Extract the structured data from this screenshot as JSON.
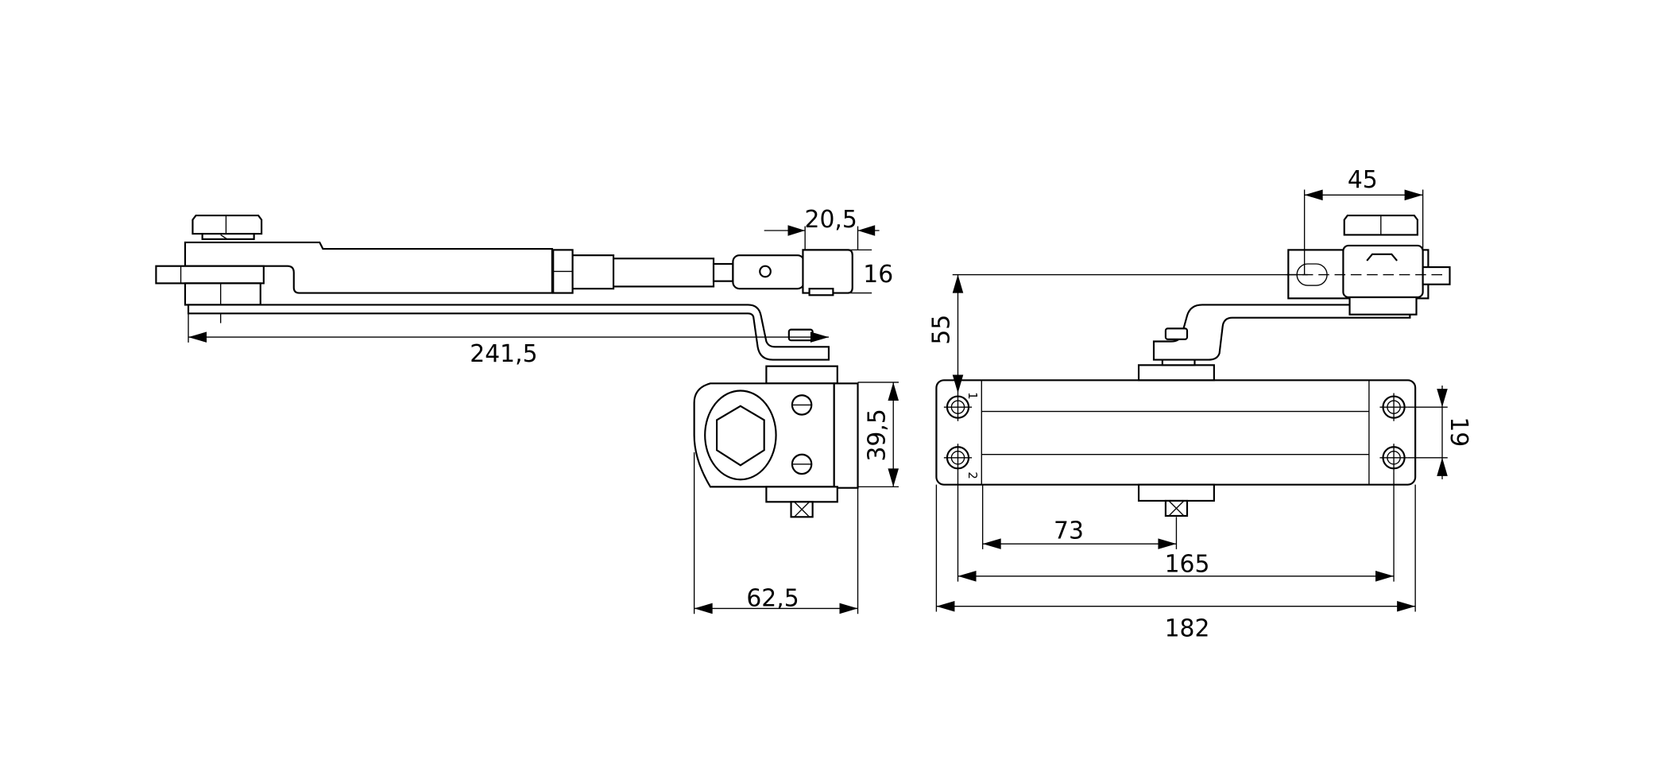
{
  "drawing": {
    "left_view": {
      "dimensions": {
        "arm_length": "241,5",
        "clevis_width": "20,5",
        "clevis_height": "16",
        "body_height": "39,5",
        "body_depth": "62,5"
      }
    },
    "front_view": {
      "dimensions": {
        "arm_offset": "55",
        "bracket_width": "45",
        "hole_spacing_vertical": "19",
        "pivot_offset": "73",
        "hole_spacing_horizontal": "165",
        "overall_length": "182"
      },
      "hole_labels": [
        "1",
        "2"
      ]
    },
    "colors": {
      "line": "#000000",
      "background": "#ffffff"
    }
  }
}
